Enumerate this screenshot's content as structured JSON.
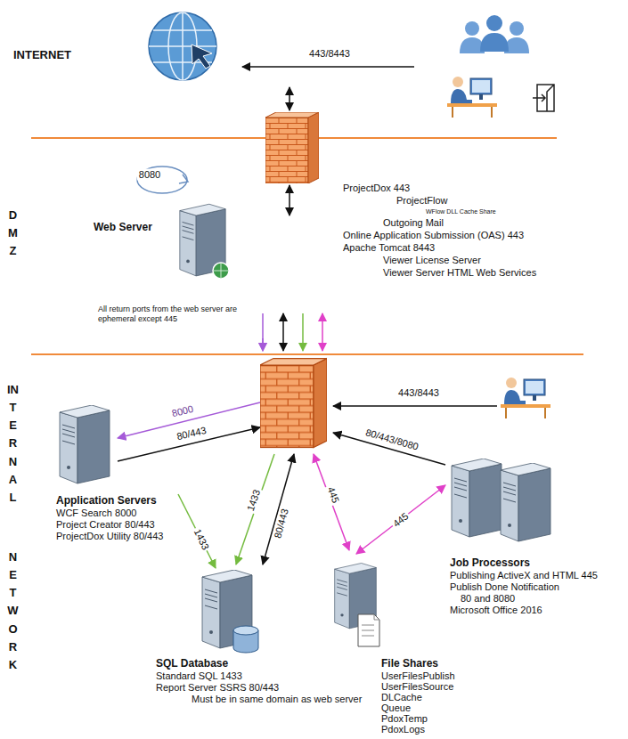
{
  "diagram": {
    "nodes": [
      {
        "text": [
          "INTERNET"
        ]
      },
      {
        "text": [
          "Web Server"
        ]
      },
      {
        "text": [
          "Application Servers",
          "WCF Search 8000",
          "Project Creator 80/443",
          "ProjectDox Utility 80/443"
        ]
      },
      {
        "text": [
          "SQL Database",
          "Standard SQL 1433",
          "Report Server SSRS 80/443",
          "Must be in same domain as web server"
        ]
      },
      {
        "text": [
          "File Shares",
          "UserFilesPublish",
          "UserFilesSource",
          "DLCache",
          "Queue",
          "PdoxTemp",
          "PdoxLogs"
        ]
      },
      {
        "text": [
          "Job Processors",
          "Publishing ActiveX and HTML 445",
          "Publish Done Notification",
          "80 and 8080",
          "Microsoft Office 2016"
        ]
      }
    ],
    "edges": [
      {
        "from": 2,
        "to": 3,
        "label": "1433",
        "arrow": "to"
      },
      {
        "from": 5,
        "to": 4,
        "label": "445",
        "arrow": "both"
      }
    ],
    "labels": [
      "443/8443",
      "ProjectDox 443",
      "ProjectFlow",
      "WFlow DLL Cache Share",
      "Outgoing Mail",
      "Online Application Submission (OAS) 443",
      "Apache Tomcat 8443",
      "Viewer License Server",
      "Viewer Server HTML Web Services",
      "DMZ",
      "8080",
      "All return ports from the web server are ephemeral except 445",
      "INTERNAL",
      "NETWORK",
      "8000",
      "80/443",
      "1433",
      "80/443",
      "445",
      "443/8443",
      "80/443/8080"
    ]
  }
}
